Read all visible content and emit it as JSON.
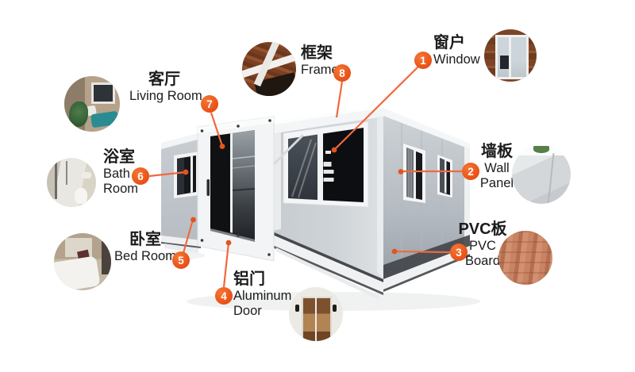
{
  "diagram_subject": "expandable container house parts diagram",
  "colors": {
    "background": "#ffffff",
    "badge": "#ee5a1b",
    "leader_line": "#ee6a3e",
    "text": "#1c1c1e",
    "wall_gray": "#c9ced3",
    "pvc_wood": "#c88363"
  },
  "annotations": [
    {
      "id": 1,
      "zh": "窗户",
      "en1": "Window",
      "en2": ""
    },
    {
      "id": 2,
      "zh": "墙板",
      "en1": "Wall",
      "en2": "Panel"
    },
    {
      "id": 3,
      "zh": "PVC板",
      "en1": "PVC",
      "en2": "Board"
    },
    {
      "id": 4,
      "zh": "铝门",
      "en1": "Aluminum",
      "en2": "Door"
    },
    {
      "id": 5,
      "zh": "卧室",
      "en1": "Bed Room",
      "en2": ""
    },
    {
      "id": 6,
      "zh": "浴室",
      "en1": "Bath",
      "en2": "Room"
    },
    {
      "id": 7,
      "zh": "客厅",
      "en1": "Living Room",
      "en2": ""
    },
    {
      "id": 8,
      "zh": "框架",
      "en1": "Frame",
      "en2": ""
    }
  ],
  "photo_names": [
    "living-room",
    "bath-room",
    "bed-room",
    "frame",
    "window",
    "wall-panel",
    "pvc-board",
    "aluminum-door"
  ]
}
